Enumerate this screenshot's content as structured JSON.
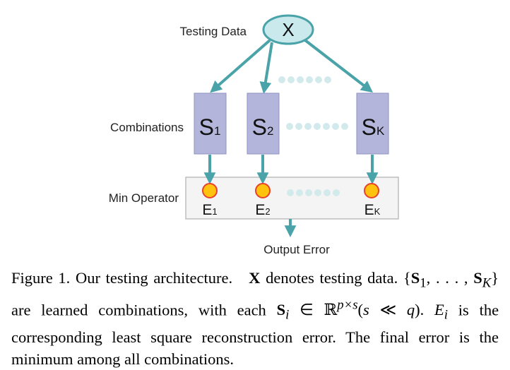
{
  "diagram": {
    "input_node_label": "X",
    "testing_data_label": "Testing Data",
    "combinations_label": "Combinations",
    "min_operator_label": "Min Operator",
    "output_error_label": "Output Error",
    "combos": [
      {
        "main": "S",
        "sub": "1"
      },
      {
        "main": "S",
        "sub": "2"
      },
      {
        "main": "S",
        "sub": "K"
      }
    ],
    "errors": [
      {
        "main": "E",
        "sub": "1"
      },
      {
        "main": "E",
        "sub": "2"
      },
      {
        "main": "E",
        "sub": "K"
      }
    ],
    "colors": {
      "arrow": "#4aa3a8",
      "box_fill": "#b3b6da",
      "box_stroke": "#8f93c4",
      "ellipse_fill": "#c9e9ec",
      "ellipse_stroke": "#4aa3a8",
      "circle_fill": "#ffc20e",
      "circle_stroke": "#e8412c",
      "dots": "#d3eaec",
      "panel_fill": "#f4f4f4",
      "panel_stroke": "#bdbdbd"
    }
  },
  "caption": {
    "figure_label": "Figure 1.",
    "sentence1": "Our testing architecture.",
    "x_symbol": "X",
    "sentence2_rest": "denotes testing data.",
    "set_open": "{",
    "s_symbol": "S",
    "s1_sub": "1",
    "set_mid": ", . . . , ",
    "sk_sub": "K",
    "set_close": "}",
    "sentence3_mid": "are learned combinations, with each",
    "si_sub": "i",
    "elem_of": "∈",
    "reals": "ℝ",
    "dims": "p×s",
    "cond_open": "(",
    "cond_s": "s",
    "cond_ll": " ≪ ",
    "cond_q": "q",
    "cond_close": ").",
    "e_symbol": "E",
    "ei_sub": "i",
    "sentence4_rest": "is the corresponding least square reconstruction error.",
    "sentence5": "The final error is the minimum among all combinations."
  }
}
